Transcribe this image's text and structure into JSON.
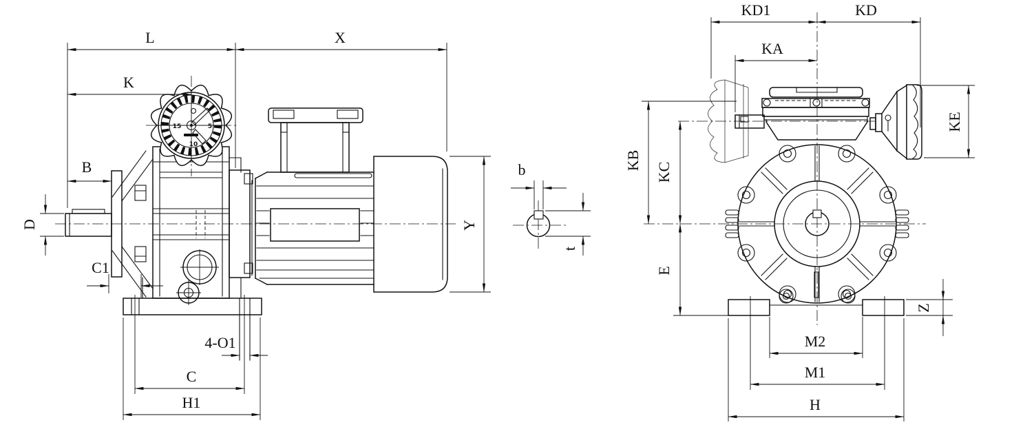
{
  "dimension_labels": {
    "L": "L",
    "K": "K",
    "X": "X",
    "B": "B",
    "D": "D",
    "C1": "C1",
    "O1": "4-O1",
    "C": "C",
    "H1": "H1",
    "Y": "Y",
    "b": "b",
    "t": "t",
    "KD1": "KD1",
    "KD": "KD",
    "KA": "KA",
    "KE": "KE",
    "KB": "KB",
    "KC": "KC",
    "E": "E",
    "Z": "Z",
    "M2": "M2",
    "M1": "M1",
    "H": "H"
  },
  "dial": {
    "tick_labels": {
      "left": "15",
      "right": "5",
      "bottom": "10"
    }
  },
  "colors": {
    "line": "#111111",
    "background": "#ffffff"
  }
}
